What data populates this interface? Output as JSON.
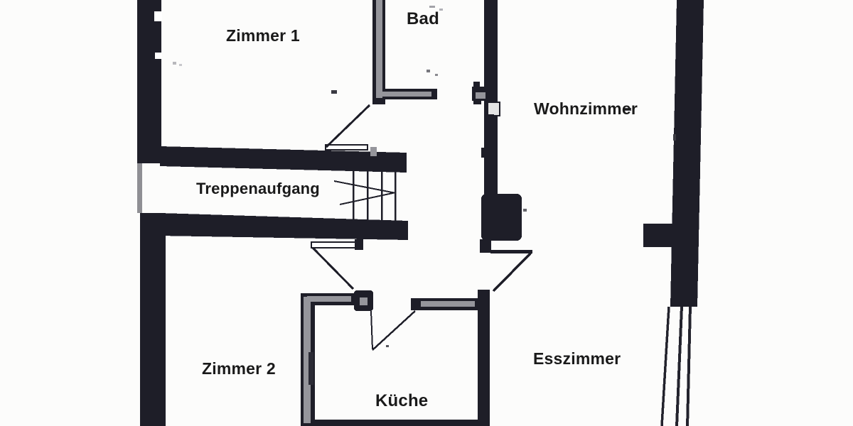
{
  "document": {
    "kind": "apartment floor plan (scanned)",
    "rooms": [
      {
        "id": "zimmer1",
        "label": "Zimmer 1"
      },
      {
        "id": "bad",
        "label": "Bad"
      },
      {
        "id": "wohnzimmer",
        "label": "Wohnzimmer"
      },
      {
        "id": "treppenaufgang",
        "label": "Treppenaufgang"
      },
      {
        "id": "zimmer2",
        "label": "Zimmer 2"
      },
      {
        "id": "kueche",
        "label": "Küche"
      },
      {
        "id": "esszimmer",
        "label": "Esszimmer"
      }
    ],
    "features": [
      "staircase",
      "door-swings",
      "window-right",
      "window-stairwell"
    ],
    "colors": {
      "wall": "#1e1e28",
      "wallgray": "#95959b",
      "paper": "#fcfcfb",
      "ink": "#1a1a1a"
    }
  }
}
